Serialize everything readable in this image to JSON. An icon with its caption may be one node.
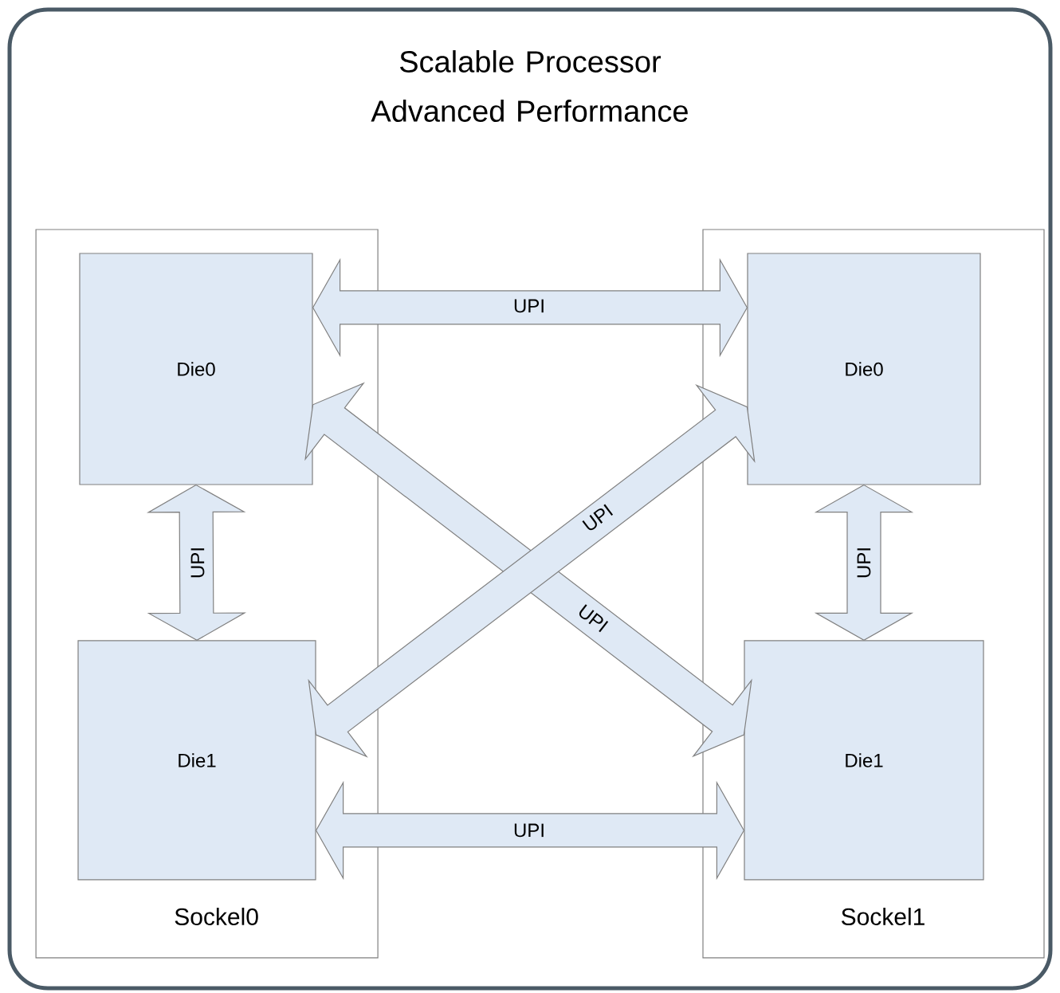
{
  "diagram": {
    "nodes": [
      {
        "text": [
          "Scalable Processor Advanced Performance"
        ]
      },
      {
        "text": [
          "Sockel0"
        ],
        "in": 0
      },
      {
        "text": [
          "Die0"
        ],
        "in": 1
      },
      {
        "text": [
          "Die1"
        ],
        "in": 1
      },
      {
        "text": [
          "Sockel1"
        ],
        "in": 0
      },
      {
        "text": [
          "Die0"
        ],
        "in": 4
      },
      {
        "text": [
          "Die1"
        ],
        "in": 4
      }
    ],
    "edges": [
      {
        "from": 2,
        "to": 5,
        "arrow": "both",
        "label": "UPI"
      },
      {
        "from": 2,
        "to": 3,
        "arrow": "both",
        "label": "UPI"
      },
      {
        "from": 5,
        "to": 6,
        "arrow": "both",
        "label": "UPI"
      },
      {
        "from": 6,
        "to": 2,
        "arrow": "both",
        "label": "UPI"
      },
      {
        "from": 3,
        "to": 5,
        "arrow": "both",
        "label": "UPI"
      },
      {
        "from": 3,
        "to": 6,
        "arrow": "both",
        "label": "UPI"
      }
    ]
  }
}
